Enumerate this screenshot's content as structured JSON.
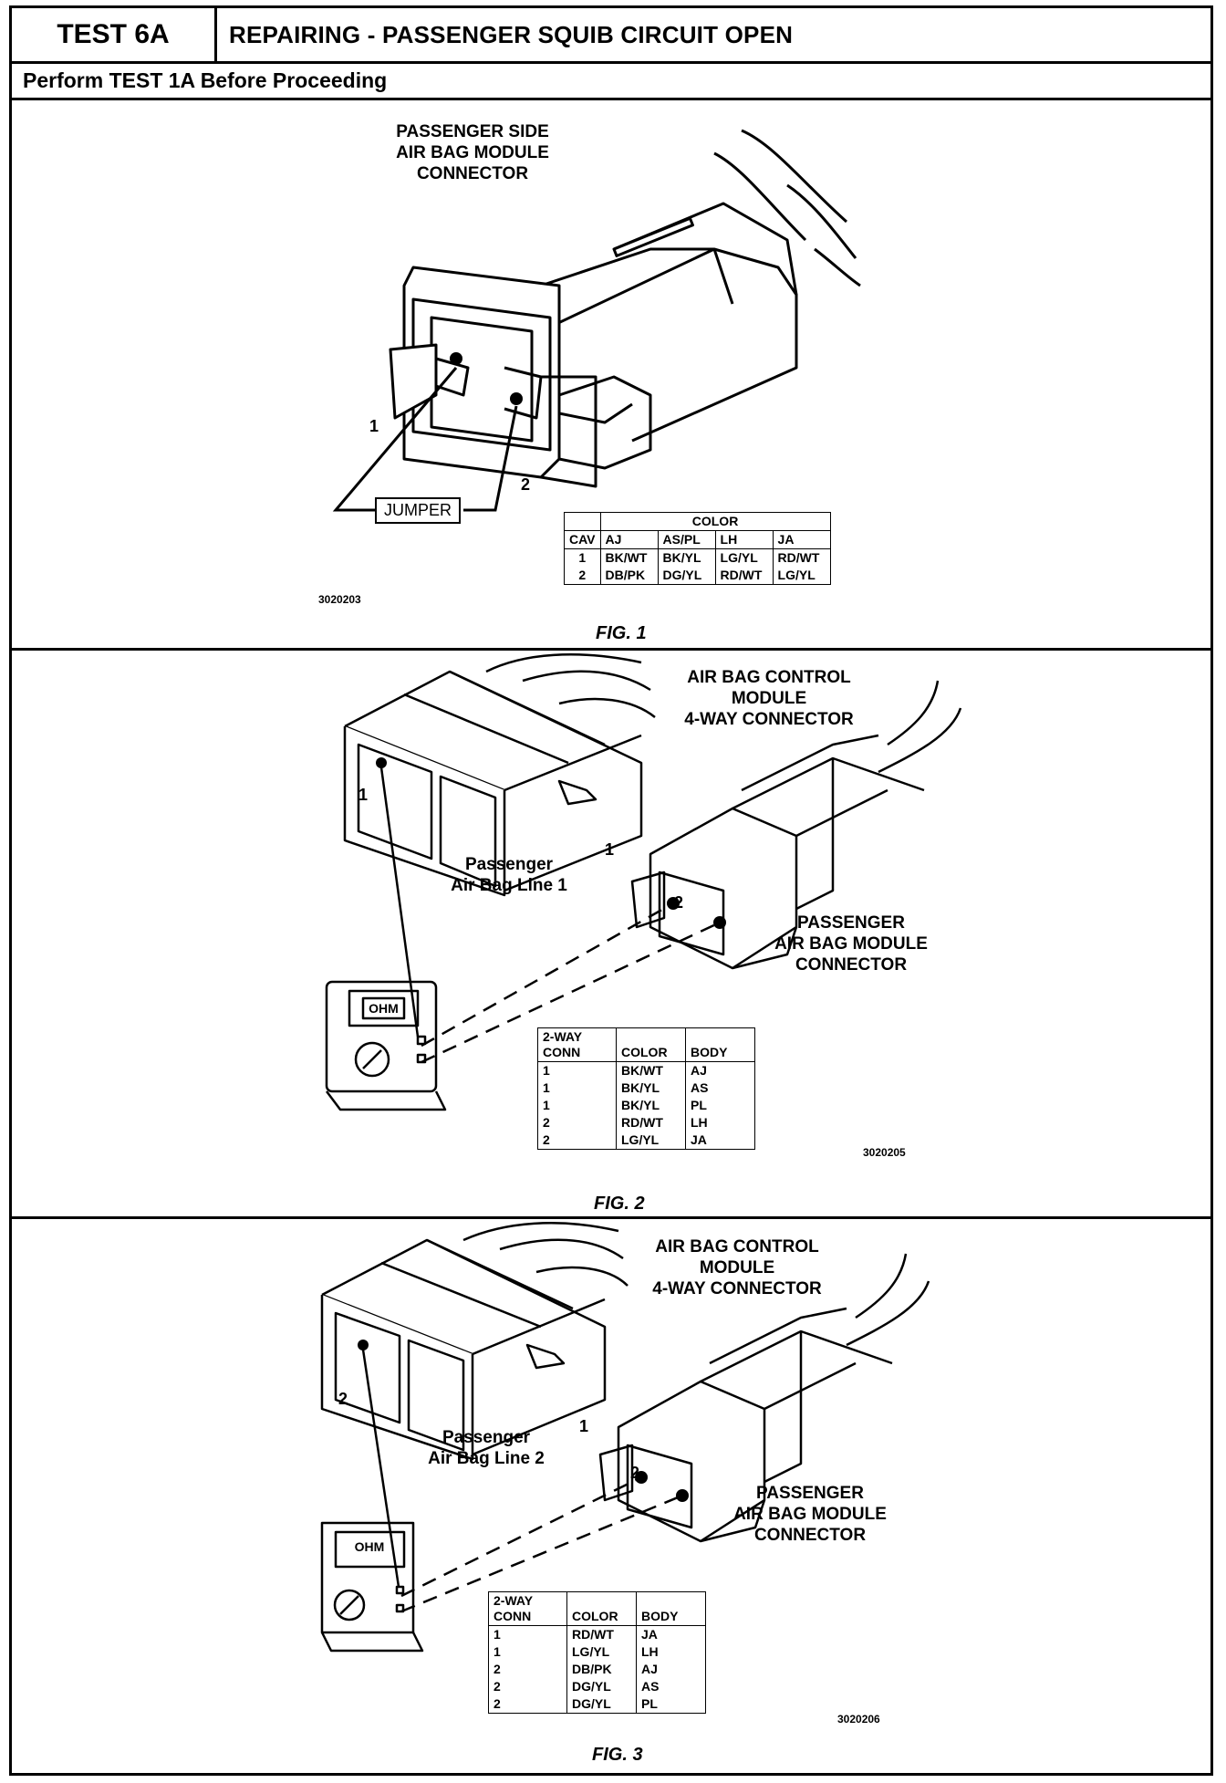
{
  "header": {
    "test_id": "TEST 6A",
    "title": "REPAIRING - PASSENGER SQUIB CIRCUIT OPEN",
    "instruction": "Perform TEST 1A Before Proceeding"
  },
  "fig1": {
    "connector_label": "PASSENGER SIDE\nAIR BAG MODULE\nCONNECTOR",
    "pin1": "1",
    "pin2": "2",
    "jumper": "JUMPER",
    "code": "3020203",
    "caption": "FIG. 1",
    "table": {
      "group_header": "COLOR",
      "headers": [
        "CAV",
        "AJ",
        "AS/PL",
        "LH",
        "JA"
      ],
      "rows": [
        [
          "1",
          "BK/WT",
          "BK/YL",
          "LG/YL",
          "RD/WT"
        ],
        [
          "2",
          "DB/PK",
          "DG/YL",
          "RD/WT",
          "LG/YL"
        ]
      ]
    }
  },
  "fig2": {
    "acm_label": "AIR BAG CONTROL\nMODULE\n4-WAY CONNECTOR",
    "line_label": "Passenger\nAir Bag Line 1",
    "module_label": "PASSENGER\nAIR BAG MODULE\nCONNECTOR",
    "acm_pin": "1",
    "pin1": "1",
    "pin2": "2",
    "meter": "OHM",
    "code": "3020205",
    "caption": "FIG. 2",
    "table": {
      "headers": [
        "2-WAY\nCONN",
        "COLOR",
        "BODY"
      ],
      "rows": [
        [
          "1",
          "BK/WT",
          "AJ"
        ],
        [
          "1",
          "BK/YL",
          "AS"
        ],
        [
          "1",
          "BK/YL",
          "PL"
        ],
        [
          "2",
          "RD/WT",
          "LH"
        ],
        [
          "2",
          "LG/YL",
          "JA"
        ]
      ]
    }
  },
  "fig3": {
    "acm_label": "AIR BAG CONTROL\nMODULE\n4-WAY CONNECTOR",
    "line_label": "Passenger\nAir Bag Line 2",
    "module_label": "PASSENGER\nAIR BAG MODULE\nCONNECTOR",
    "acm_pin": "2",
    "pin1": "1",
    "pin2": "2",
    "meter": "OHM",
    "code": "3020206",
    "caption": "FIG. 3",
    "table": {
      "headers": [
        "2-WAY\nCONN",
        "COLOR",
        "BODY"
      ],
      "rows": [
        [
          "1",
          "RD/WT",
          "JA"
        ],
        [
          "1",
          "LG/YL",
          "LH"
        ],
        [
          "2",
          "DB/PK",
          "AJ"
        ],
        [
          "2",
          "DG/YL",
          "AS"
        ],
        [
          "2",
          "DG/YL",
          "PL"
        ]
      ]
    }
  }
}
